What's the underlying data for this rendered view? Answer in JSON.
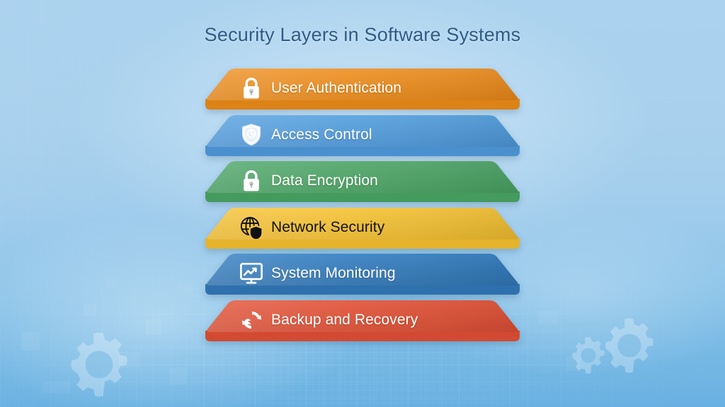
{
  "title": "Security Layers in Software Systems",
  "background": {
    "top_color": "#abd2ee",
    "bottom_color": "#69b1e2",
    "gear_decoration": "gear-icon"
  },
  "diagram": {
    "type": "stacked-layers",
    "layer_count": 6,
    "layers": [
      {
        "label": "User Authentication",
        "icon": "padlock-icon",
        "color": "#f0952c",
        "edge_color": "#dd8217",
        "text_color": "#ffffff",
        "order": 1
      },
      {
        "label": "Access Control",
        "icon": "shield-icon",
        "color": "#5ba4e0",
        "edge_color": "#4a90cf",
        "text_color": "#ffffff",
        "order": 2
      },
      {
        "label": "Data Encryption",
        "icon": "padlock-icon",
        "color": "#55a96e",
        "edge_color": "#459a5e",
        "text_color": "#ffffff",
        "order": 3
      },
      {
        "label": "Network Security",
        "icon": "globe-shield-icon",
        "color": "#f6c63f",
        "edge_color": "#e5b32c",
        "text_color": "#111111",
        "order": 4
      },
      {
        "label": "System Monitoring",
        "icon": "monitor-chart-icon",
        "color": "#3a83c4",
        "edge_color": "#2f71ad",
        "text_color": "#ffffff",
        "order": 5
      },
      {
        "label": "Backup and Recovery",
        "icon": "sync-arrows-icon",
        "color": "#e4593f",
        "edge_color": "#d24a31",
        "text_color": "#ffffff",
        "order": 6
      }
    ]
  }
}
